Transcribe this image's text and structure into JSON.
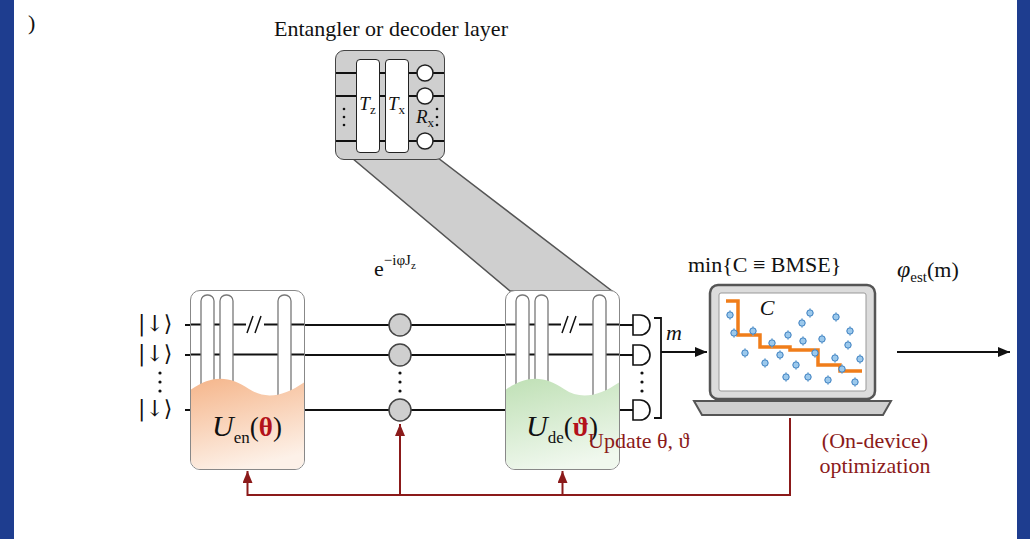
{
  "diagram": {
    "nodes": [
      {
        "text": [
          "Entangler or decoder layer"
        ]
      },
      {
        "text": [
          "T",
          "z"
        ],
        "in": 0
      },
      {
        "text": [
          "T",
          "x"
        ],
        "in": 0
      },
      {
        "text": [
          "R",
          "x"
        ],
        "in": 0
      },
      {
        "text": [
          "U",
          "en",
          "(",
          "θ",
          ")"
        ]
      },
      {
        "text": [
          "U",
          "de",
          "(",
          "ϑ",
          ")"
        ]
      },
      {
        "text": [
          "C"
        ]
      }
    ],
    "edges": [
      {
        "from": 6,
        "to": 4,
        "arrow": "to"
      },
      {
        "from": 6,
        "to": 5,
        "arrow": "to"
      }
    ],
    "labels": [
      ")",
      "|↓⟩",
      "|↓⟩",
      "|↓⟩",
      "e",
      "−iφJ",
      "z",
      "m",
      "min{C ≡ BMSE}",
      "φ",
      "est",
      "(m)",
      "Update θ, ϑ",
      "(On-device) optimization"
    ]
  }
}
